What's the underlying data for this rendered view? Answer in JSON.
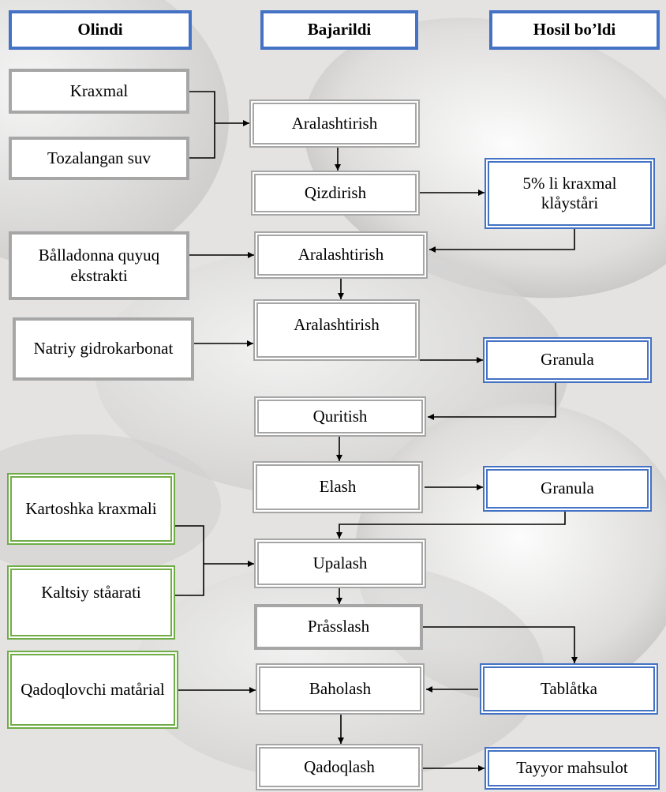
{
  "headers": {
    "input": "Olindi",
    "process": "Bajarildi",
    "output": "Hosil bo’ldi"
  },
  "inputs": {
    "kraxmal": "Kraxmal",
    "tozalangan_suv": "Tozalangan suv",
    "belladonna": "Bålladonna quyuq ekstrakti",
    "natriy": "Natriy gidrokarbonat",
    "kartoshka": "Kartoshka kraxmali",
    "kaltsiy": "Kaltsiy ståarati",
    "qadoqlovchi": "Qadoqlovchi matårial"
  },
  "steps": {
    "aralashtirish_1": "Aralashtirish",
    "qizdirish": "Qizdirish",
    "aralashtirish_2": "Aralashtirish",
    "aralashtirish_3": "Aralashtirish",
    "quritish": "Quritish",
    "elash": "Elash",
    "upalash": "Upalash",
    "presslash": "Pråsslash",
    "baholash": "Baholash",
    "qadoqlash": "Qadoqlash"
  },
  "outputs": {
    "klayster": "5% li kraxmal klåyståri",
    "granula_1": "Granula",
    "granula_2": "Granula",
    "tabletka": "Tablåtka",
    "tayyor": "Tayyor mahsulot"
  },
  "colors": {
    "header_border": "#4472c4",
    "process_border": "#a6a6a6",
    "output_border": "#4472c4",
    "excipient_border": "#70ad47"
  }
}
